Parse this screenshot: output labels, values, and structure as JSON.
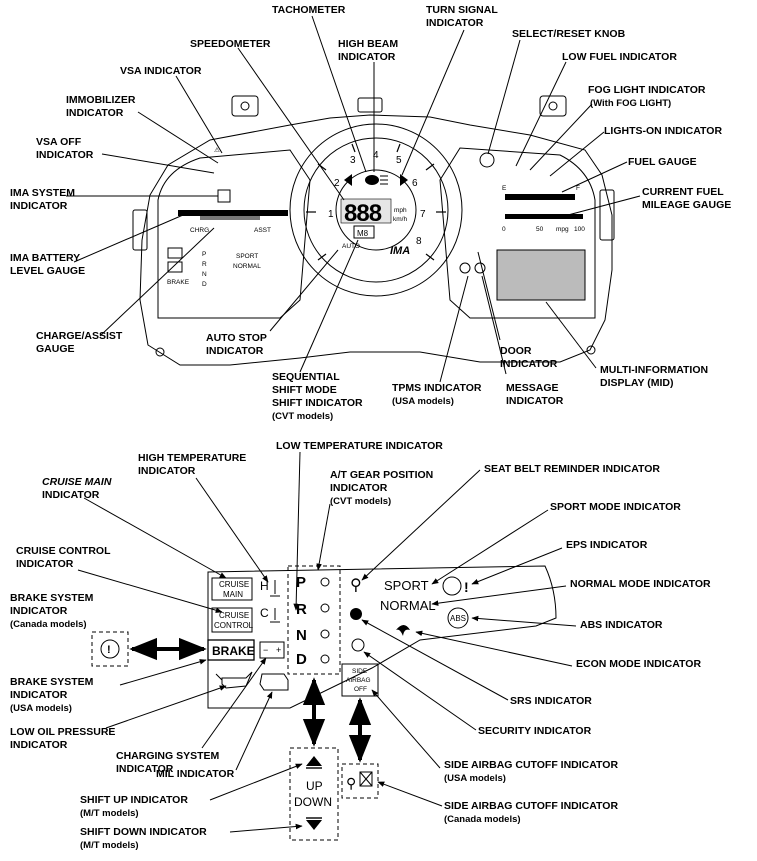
{
  "top_labels": {
    "tachometer": "TACHOMETER",
    "turn_signal": [
      "TURN SIGNAL",
      "INDICATOR"
    ],
    "select_reset": "SELECT/RESET KNOB",
    "speedometer": "SPEEDOMETER",
    "high_beam": [
      "HIGH BEAM",
      "INDICATOR"
    ],
    "low_fuel": "LOW FUEL INDICATOR",
    "vsa": "VSA INDICATOR",
    "immobilizer": [
      "IMMOBILIZER",
      "INDICATOR"
    ],
    "fog_light": [
      "FOG LIGHT INDICATOR",
      "(With FOG LIGHT)"
    ],
    "lights_on": "LIGHTS-ON INDICATOR",
    "vsa_off": [
      "VSA OFF",
      "INDICATOR"
    ],
    "fuel_gauge": "FUEL GAUGE",
    "ima_system": [
      "IMA SYSTEM",
      "INDICATOR"
    ],
    "current_fuel": [
      "CURRENT FUEL",
      "MILEAGE GAUGE"
    ],
    "ima_battery": [
      "IMA BATTERY",
      "LEVEL GAUGE"
    ],
    "charge_assist": [
      "CHARGE/ASSIST",
      "GAUGE"
    ],
    "auto_stop": [
      "AUTO STOP",
      "INDICATOR"
    ],
    "door": [
      "DOOR",
      "INDICATOR"
    ],
    "mid": [
      "MULTI-INFORMATION",
      "DISPLAY (MID)"
    ],
    "sequential": [
      "SEQUENTIAL",
      "SHIFT MODE",
      "SHIFT INDICATOR"
    ],
    "sequential_sub": "(CVT models)",
    "tpms": "TPMS INDICATOR",
    "tpms_sub": "(USA models)",
    "message": [
      "MESSAGE",
      "INDICATOR"
    ]
  },
  "cluster": {
    "tach_numbers": [
      "1",
      "2",
      "3",
      "4",
      "5",
      "6",
      "7",
      "8"
    ],
    "speed_display": "888",
    "speed_unit": [
      "mph",
      "km/h"
    ],
    "gear_box": "M8",
    "fuel_e": "E",
    "fuel_f": "F",
    "mileage_scale": [
      "0",
      "50",
      "mpg",
      "100"
    ],
    "chrg": "CHRG",
    "asst": "ASST",
    "ima_logo": "IMA",
    "auto_label": "AUTO",
    "sport_small": "SPORT",
    "normal_small": "NORMAL",
    "brake_small": "BRAKE",
    "prnd_small": [
      "P",
      "R",
      "N",
      "D"
    ]
  },
  "bottom_labels": {
    "low_temp": "LOW TEMPERATURE INDICATOR",
    "high_temp": [
      "HIGH TEMPERATURE",
      "INDICATOR"
    ],
    "at_gear": [
      "A/T GEAR POSITION",
      "INDICATOR"
    ],
    "at_gear_sub": "(CVT models)",
    "seat_belt": "SEAT BELT REMINDER INDICATOR",
    "cruise_main": [
      "CRUISE MAIN",
      "INDICATOR"
    ],
    "sport_mode": "SPORT MODE INDICATOR",
    "cruise_control": [
      "CRUISE CONTROL",
      "INDICATOR"
    ],
    "eps": "EPS INDICATOR",
    "normal_mode": "NORMAL MODE INDICATOR",
    "brake_canada": [
      "BRAKE SYSTEM",
      "INDICATOR"
    ],
    "brake_canada_sub": "(Canada models)",
    "abs": "ABS INDICATOR",
    "econ": "ECON MODE INDICATOR",
    "brake_usa": [
      "BRAKE SYSTEM",
      "INDICATOR"
    ],
    "brake_usa_sub": "(USA models)",
    "srs": "SRS INDICATOR",
    "low_oil": [
      "LOW OIL PRESSURE",
      "INDICATOR"
    ],
    "security": "SECURITY INDICATOR",
    "charging": [
      "CHARGING SYSTEM",
      "INDICATOR"
    ],
    "mil": "MIL INDICATOR",
    "side_airbag_usa": "SIDE AIRBAG CUTOFF INDICATOR",
    "side_airbag_usa_sub": "(USA models)",
    "shift_up": "SHIFT UP INDICATOR",
    "shift_up_sub": "(M/T models)",
    "side_airbag_canada": "SIDE AIRBAG CUTOFF INDICATOR",
    "side_airbag_canada_sub": "(Canada models)",
    "shift_down": "SHIFT DOWN INDICATOR",
    "shift_down_sub": "(M/T models)"
  },
  "panel": {
    "cruise_main_box": [
      "CRUISE",
      "MAIN"
    ],
    "cruise_control_box": [
      "CRUISE",
      "CONTROL"
    ],
    "h": "H",
    "c": "C",
    "gears": [
      "P",
      "R",
      "N",
      "D"
    ],
    "sport": "SPORT",
    "normal": "NORMAL",
    "brake": "BRAKE",
    "abs": "ABS",
    "side_airbag_box": [
      "SIDE",
      "AIRBAG",
      "OFF"
    ],
    "up": "UP",
    "down": "DOWN"
  }
}
